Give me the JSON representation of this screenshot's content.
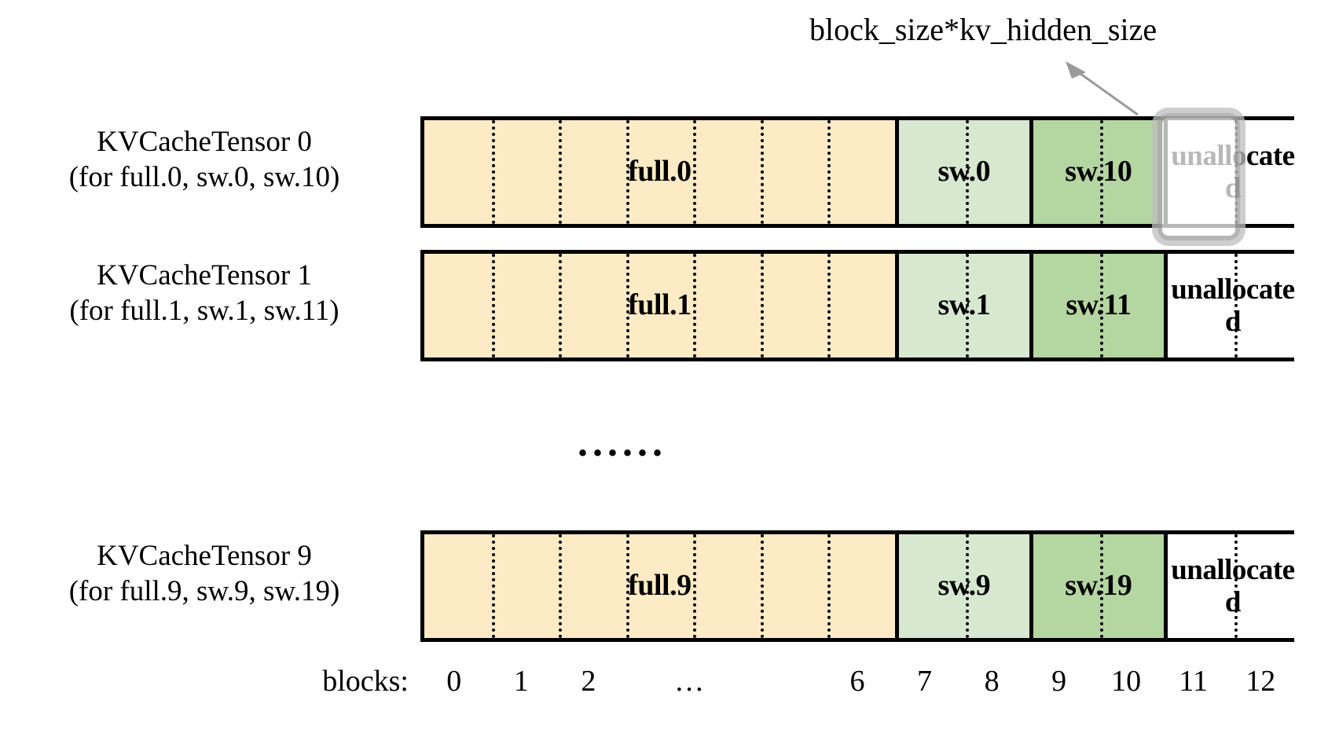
{
  "annotation": {
    "label": "block_size*kv_hidden_size",
    "arrow_target": "unallocated block 11 of KVCacheTensor 0",
    "arrow_color": "#9a9a9a"
  },
  "colors": {
    "full_block": "#fcebc5",
    "sw_block": "#d7e8d0",
    "sw2_block": "#b4d6a1",
    "unallocated_block": "#ffffff",
    "outline": "#000000",
    "highlight_border": "#9a9a9a"
  },
  "axis": {
    "title": "blocks:",
    "ticks": [
      "0",
      "1",
      "2",
      "…",
      "6",
      "7",
      "8",
      "9",
      "10",
      "11",
      "12"
    ]
  },
  "ellipsis": "......",
  "rows": [
    {
      "label_line1": "KVCacheTensor 0",
      "label_line2": "(for full.0, sw.0, sw.10)",
      "highlighted": true,
      "segments": [
        {
          "text": "full.0",
          "kind": "full",
          "blocks": 7
        },
        {
          "text": "sw.0",
          "kind": "sw",
          "blocks": 2
        },
        {
          "text": "sw.10",
          "kind": "sw2",
          "blocks": 2
        },
        {
          "text": "unallocated",
          "kind": "unalloc",
          "blocks": 2
        }
      ]
    },
    {
      "label_line1": "KVCacheTensor 1",
      "label_line2": "(for full.1, sw.1, sw.11)",
      "highlighted": false,
      "segments": [
        {
          "text": "full.1",
          "kind": "full",
          "blocks": 7
        },
        {
          "text": "sw.1",
          "kind": "sw",
          "blocks": 2
        },
        {
          "text": "sw.11",
          "kind": "sw2",
          "blocks": 2
        },
        {
          "text": "unallocated",
          "kind": "unalloc",
          "blocks": 2
        }
      ]
    },
    {
      "label_line1": "KVCacheTensor 9",
      "label_line2": "(for full.9, sw.9, sw.19)",
      "highlighted": false,
      "segments": [
        {
          "text": "full.9",
          "kind": "full",
          "blocks": 7
        },
        {
          "text": "sw.9",
          "kind": "sw",
          "blocks": 2
        },
        {
          "text": "sw.19",
          "kind": "sw2",
          "blocks": 2
        },
        {
          "text": "unallocated",
          "kind": "unalloc",
          "blocks": 2
        }
      ]
    }
  ]
}
